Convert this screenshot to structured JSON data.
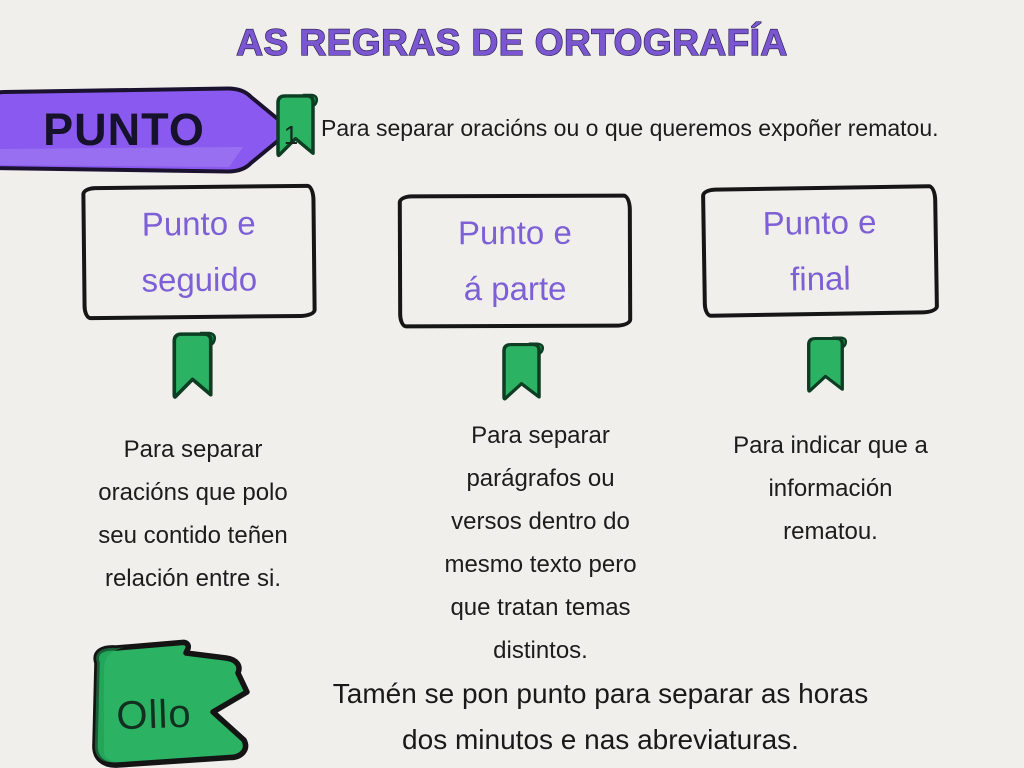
{
  "colors": {
    "background": "#f0efec",
    "title_purple": "#7b56d1",
    "banner_purple": "#8a5af0",
    "card_title_purple": "#7d5fd6",
    "bookmark_green": "#2bb363",
    "outline_ink": "#161616"
  },
  "title": "AS REGRAS DE ORTOGRAFÍA",
  "banner": {
    "label": "PUNTO"
  },
  "rule": {
    "number": "1",
    "text": "Para separar oracións ou o que queremos expoñer rematou."
  },
  "cards": [
    {
      "title": "Punto e\nseguido",
      "description": "Para separar\noracións que polo\nseu contido teñen\nrelación entre si."
    },
    {
      "title": "Punto e\ná parte",
      "description": "Para separar\nparágrafos ou\nversos dentro do\nmesmo texto pero\nque tratan temas\ndistintos."
    },
    {
      "title": "Punto e\nfinal",
      "description": "Para indicar que a\ninformación\nrematou."
    }
  ],
  "note": {
    "label": "Ollo",
    "text": "Tamén se pon punto para separar as horas\ndos minutos e nas abreviaturas."
  }
}
